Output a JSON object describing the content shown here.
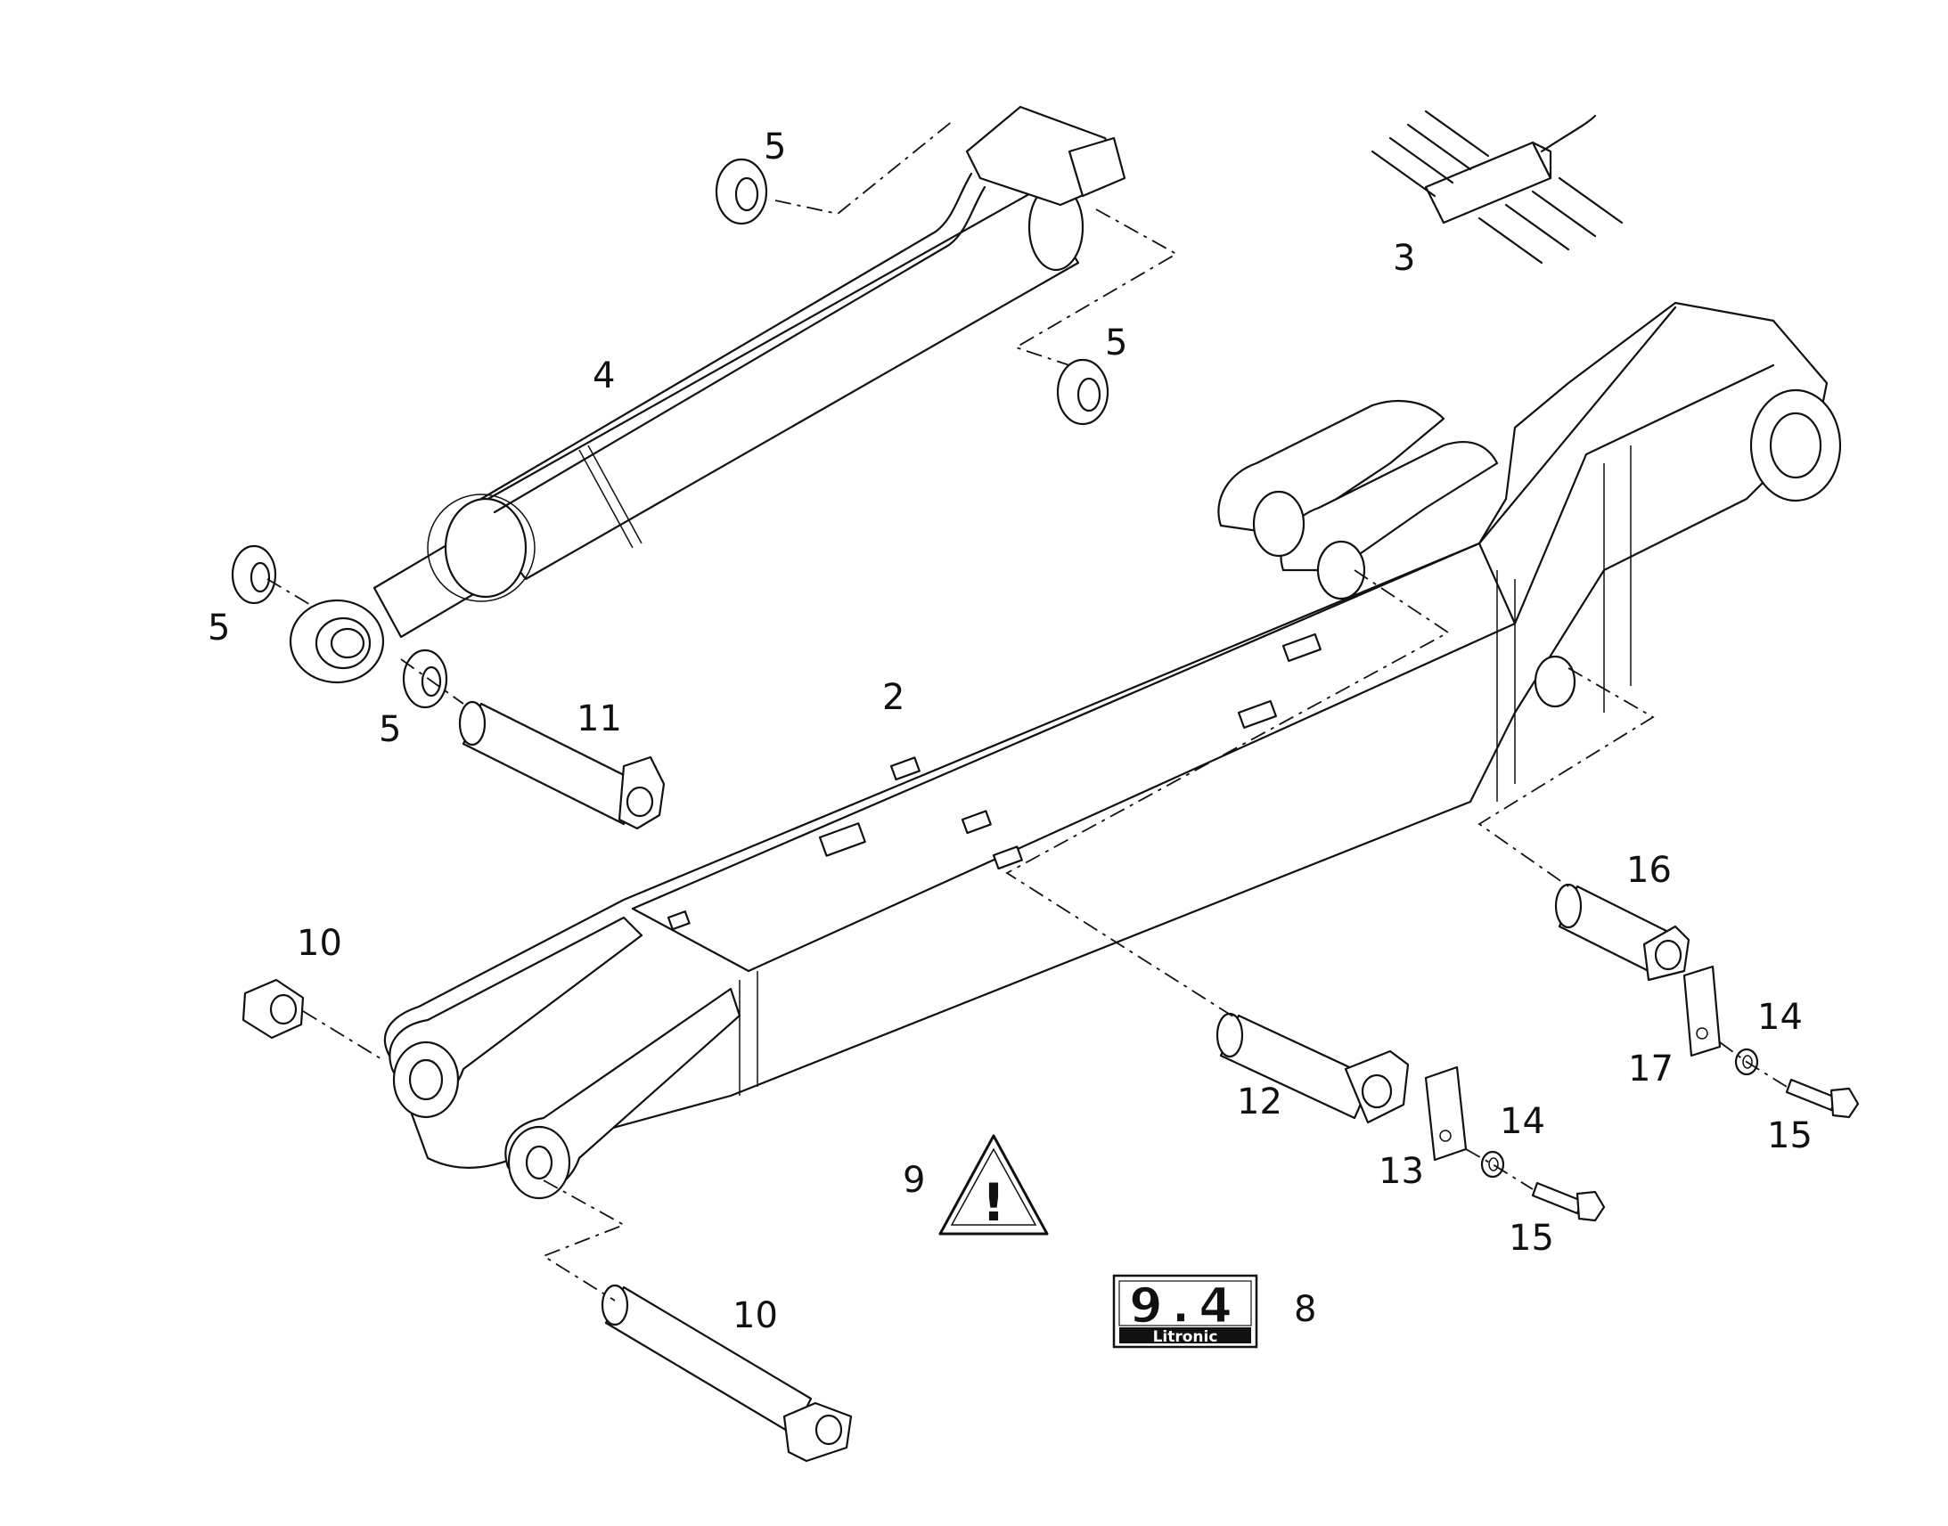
{
  "part_labels": [
    {
      "id": "label-2",
      "text": "2"
    },
    {
      "id": "label-3",
      "text": "3"
    },
    {
      "id": "label-4",
      "text": "4"
    },
    {
      "id": "label-5a",
      "text": "5"
    },
    {
      "id": "label-5b",
      "text": "5"
    },
    {
      "id": "label-5c",
      "text": "5"
    },
    {
      "id": "label-5d",
      "text": "5"
    },
    {
      "id": "label-8",
      "text": "8"
    },
    {
      "id": "label-9",
      "text": "9"
    },
    {
      "id": "label-10a",
      "text": "10"
    },
    {
      "id": "label-10b",
      "text": "10"
    },
    {
      "id": "label-11",
      "text": "11"
    },
    {
      "id": "label-12",
      "text": "12"
    },
    {
      "id": "label-13",
      "text": "13"
    },
    {
      "id": "label-14a",
      "text": "14"
    },
    {
      "id": "label-14b",
      "text": "14"
    },
    {
      "id": "label-15a",
      "text": "15"
    },
    {
      "id": "label-15b",
      "text": "15"
    },
    {
      "id": "label-16",
      "text": "16"
    },
    {
      "id": "label-17",
      "text": "17"
    }
  ],
  "decal": {
    "model": "9.4",
    "brand": "Litronic"
  },
  "warning_sign": {
    "symbol": "!"
  }
}
